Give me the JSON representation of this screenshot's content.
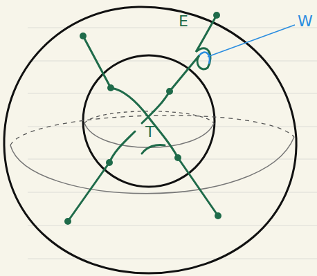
{
  "diagram": {
    "labels": [
      "E",
      "T",
      "W"
    ]
  }
}
